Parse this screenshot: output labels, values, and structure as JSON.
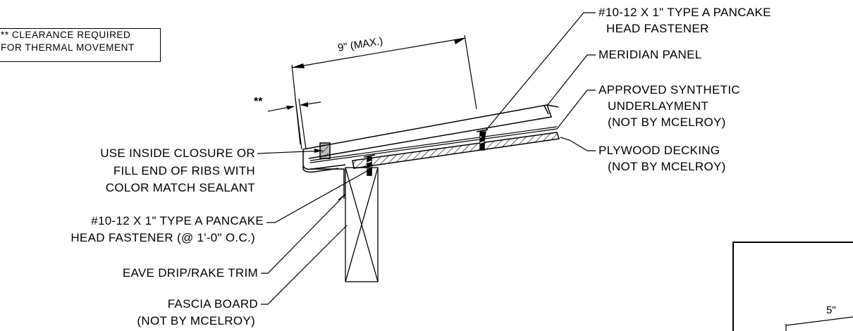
{
  "note": {
    "line1": "** CLEARANCE REQUIRED",
    "line2": "FOR THERMAL MOVEMENT"
  },
  "dimensions": {
    "max_width": "9\"  (MAX.)",
    "clearance_mark": "**",
    "inset_dim": "5\""
  },
  "labels_right": {
    "fastener_top_1": "#10-12 X 1\" TYPE A PANCAKE",
    "fastener_top_2": "HEAD FASTENER",
    "panel": "MERIDIAN PANEL",
    "underlay_1": "APPROVED SYNTHETIC",
    "underlay_2": "UNDERLAYMENT",
    "underlay_3": "(NOT BY MCELROY)",
    "plywood_1": "PLYWOOD DECKING",
    "plywood_2": "(NOT BY MCELROY)"
  },
  "labels_left": {
    "closure_1": "USE INSIDE CLOSURE OR",
    "closure_2": "FILL END OF RIBS WITH",
    "closure_3": "COLOR MATCH SEALANT",
    "fastener_1": "#10-12 X 1\" TYPE A PANCAKE",
    "fastener_2": "HEAD FASTENER (@ 1'-0\" O.C.)",
    "trim": "EAVE DRIP/RAKE TRIM",
    "fascia_1": "FASCIA BOARD",
    "fascia_2": "(NOT BY MCELROY)"
  }
}
